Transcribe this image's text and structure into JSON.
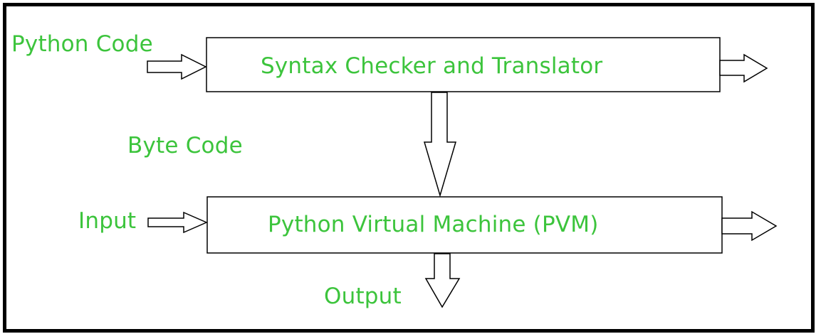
{
  "colors": {
    "label_text": "#3cc43c",
    "stroke": "#000000",
    "fill": "#ffffff"
  },
  "labels": {
    "python_code": "Python Code",
    "syntax_checker": "Syntax Checker and Translator",
    "byte_code": "Byte Code",
    "input": "Input",
    "pvm": "Python Virtual Machine (PVM)",
    "output": "Output"
  },
  "arrows": [
    {
      "name": "python-code-arrow",
      "from": "Python Code",
      "to": "Syntax Checker and Translator"
    },
    {
      "name": "translator-out-arrow",
      "from": "Syntax Checker and Translator",
      "to": ""
    },
    {
      "name": "byte-code-arrow",
      "from": "Syntax Checker and Translator",
      "to": "Python Virtual Machine (PVM)"
    },
    {
      "name": "input-arrow",
      "from": "Input",
      "to": "Python Virtual Machine (PVM)"
    },
    {
      "name": "pvm-out-arrow",
      "from": "Python Virtual Machine (PVM)",
      "to": ""
    },
    {
      "name": "output-arrow",
      "from": "Python Virtual Machine (PVM)",
      "to": "Output"
    }
  ]
}
